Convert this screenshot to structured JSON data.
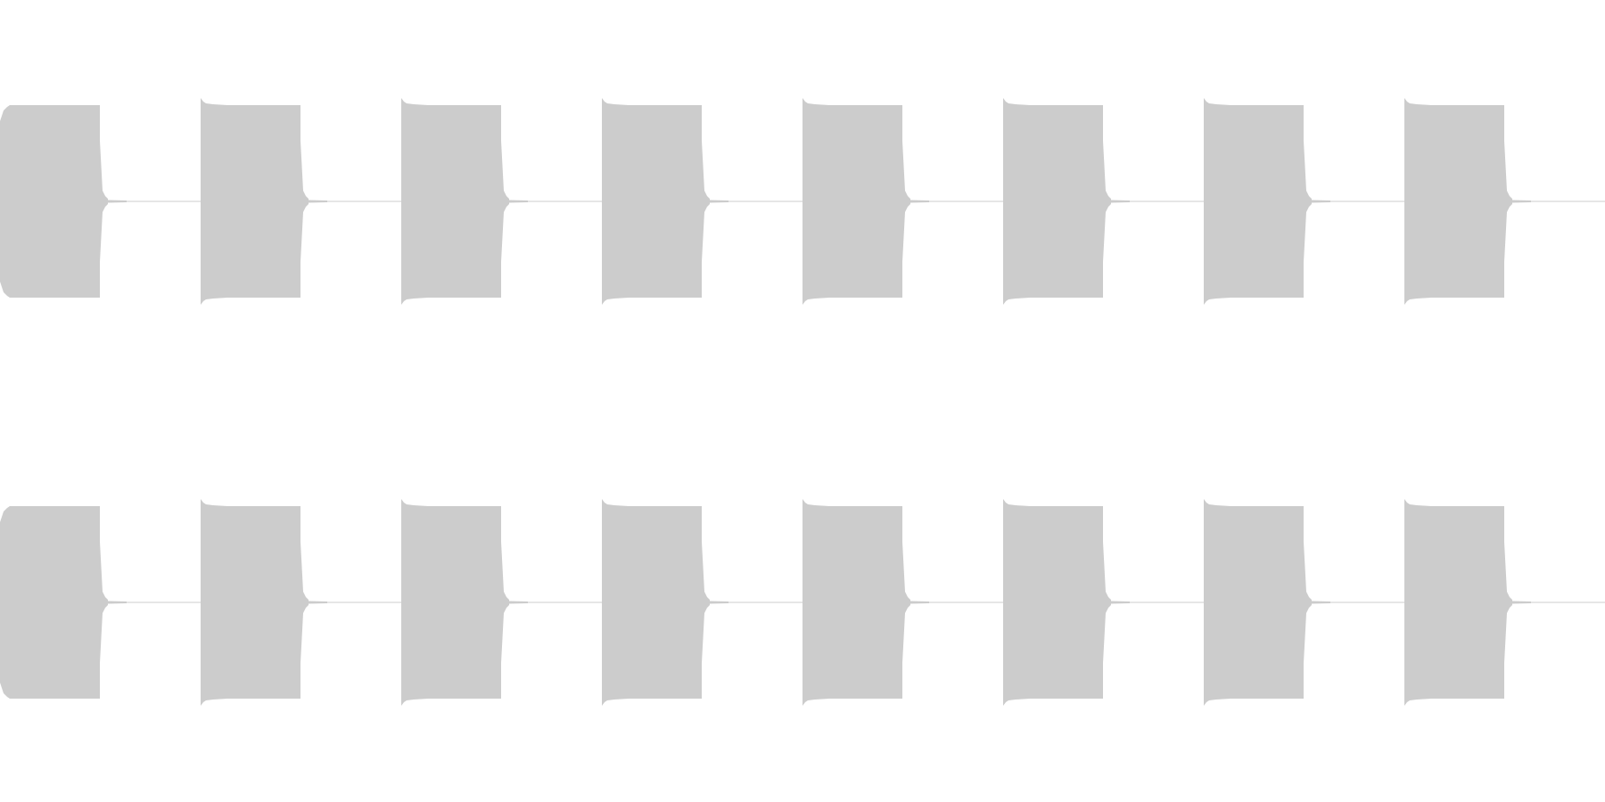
{
  "waveform": {
    "channels": 2,
    "bursts_per_channel": 8,
    "burst_duty_fraction": 0.5,
    "burst_amplitude": 0.24,
    "colors": {
      "background": "#ffffff",
      "waveform": "#cccccc"
    }
  }
}
